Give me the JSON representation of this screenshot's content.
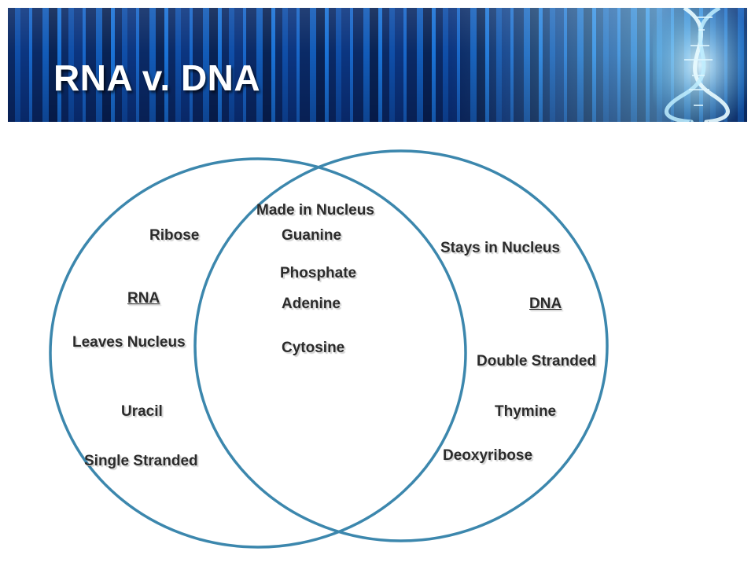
{
  "slide": {
    "title": "RNA v. DNA"
  },
  "venn": {
    "left_set": {
      "label": "RNA",
      "items": [
        "Ribose",
        "Leaves Nucleus",
        "Uracil",
        "Single Stranded"
      ]
    },
    "intersection": {
      "items": [
        "Made in Nucleus",
        "Guanine",
        "Phosphate",
        "Adenine",
        "Cytosine"
      ]
    },
    "right_set": {
      "label": "DNA",
      "items": [
        "Stays in Nucleus",
        "Double Stranded",
        "Thymine",
        "Deoxyribose"
      ]
    },
    "circle_color": "#3c87ad"
  },
  "banner_icon": "dna-helix-icon"
}
